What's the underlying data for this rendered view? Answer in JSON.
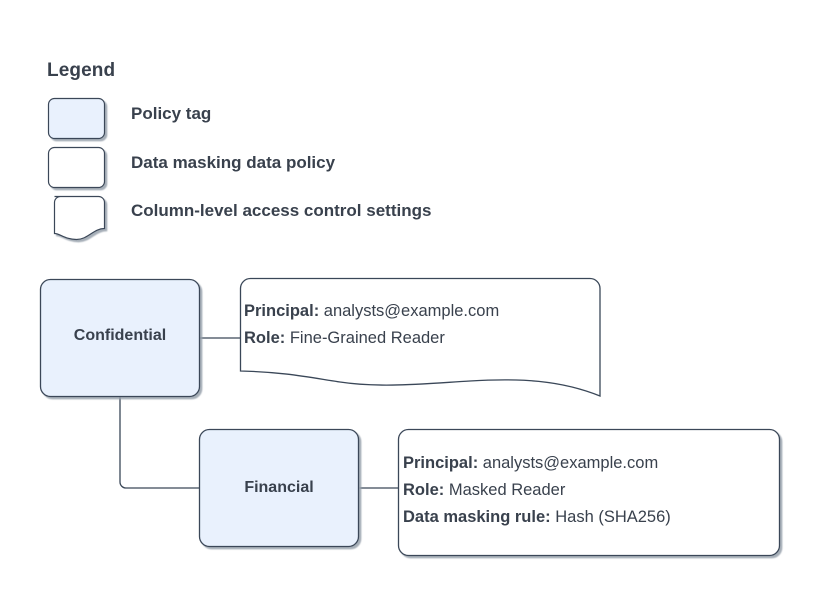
{
  "colors": {
    "stroke": "#3a4758",
    "tag_fill": "#e9f1fd",
    "note_fill": "#ffffff",
    "text": "#39414d",
    "shadow": "#9aa4b0"
  },
  "legend": {
    "title": "Legend",
    "items": [
      {
        "label": "Policy tag",
        "swatch": "policy-tag-swatch",
        "fill": "#e9f1fd",
        "shape": "rounded-rect"
      },
      {
        "label": "Data masking data policy",
        "swatch": "data-masking-policy-swatch",
        "fill": "#ffffff",
        "shape": "rounded-rect"
      },
      {
        "label": "Column-level access control settings",
        "swatch": "column-access-settings-swatch",
        "fill": "#ffffff",
        "shape": "wavy-note"
      }
    ]
  },
  "diagram": {
    "nodes": [
      {
        "id": "confidential",
        "label": "Confidential",
        "type": "policy-tag"
      },
      {
        "id": "financial",
        "label": "Financial",
        "type": "policy-tag"
      }
    ],
    "callouts": [
      {
        "id": "callout-confidential",
        "type": "column-level-access-control-settings",
        "lines": [
          {
            "key": "Principal:",
            "value": "analysts@example.com"
          },
          {
            "key": "Role:",
            "value": "Fine-Grained Reader"
          }
        ]
      },
      {
        "id": "callout-financial",
        "type": "data-masking-data-policy",
        "lines": [
          {
            "key": "Principal:",
            "value": "analysts@example.com"
          },
          {
            "key": "Role:",
            "value": "Masked Reader"
          },
          {
            "key": "Data masking rule:",
            "value": "Hash (SHA256)"
          }
        ]
      }
    ],
    "connectors": [
      {
        "id": "confidential-to-callout",
        "from": "confidential",
        "to": "callout-confidential"
      },
      {
        "id": "confidential-to-financial",
        "from": "confidential",
        "to": "financial"
      },
      {
        "id": "financial-to-callout",
        "from": "financial",
        "to": "callout-financial"
      }
    ]
  }
}
